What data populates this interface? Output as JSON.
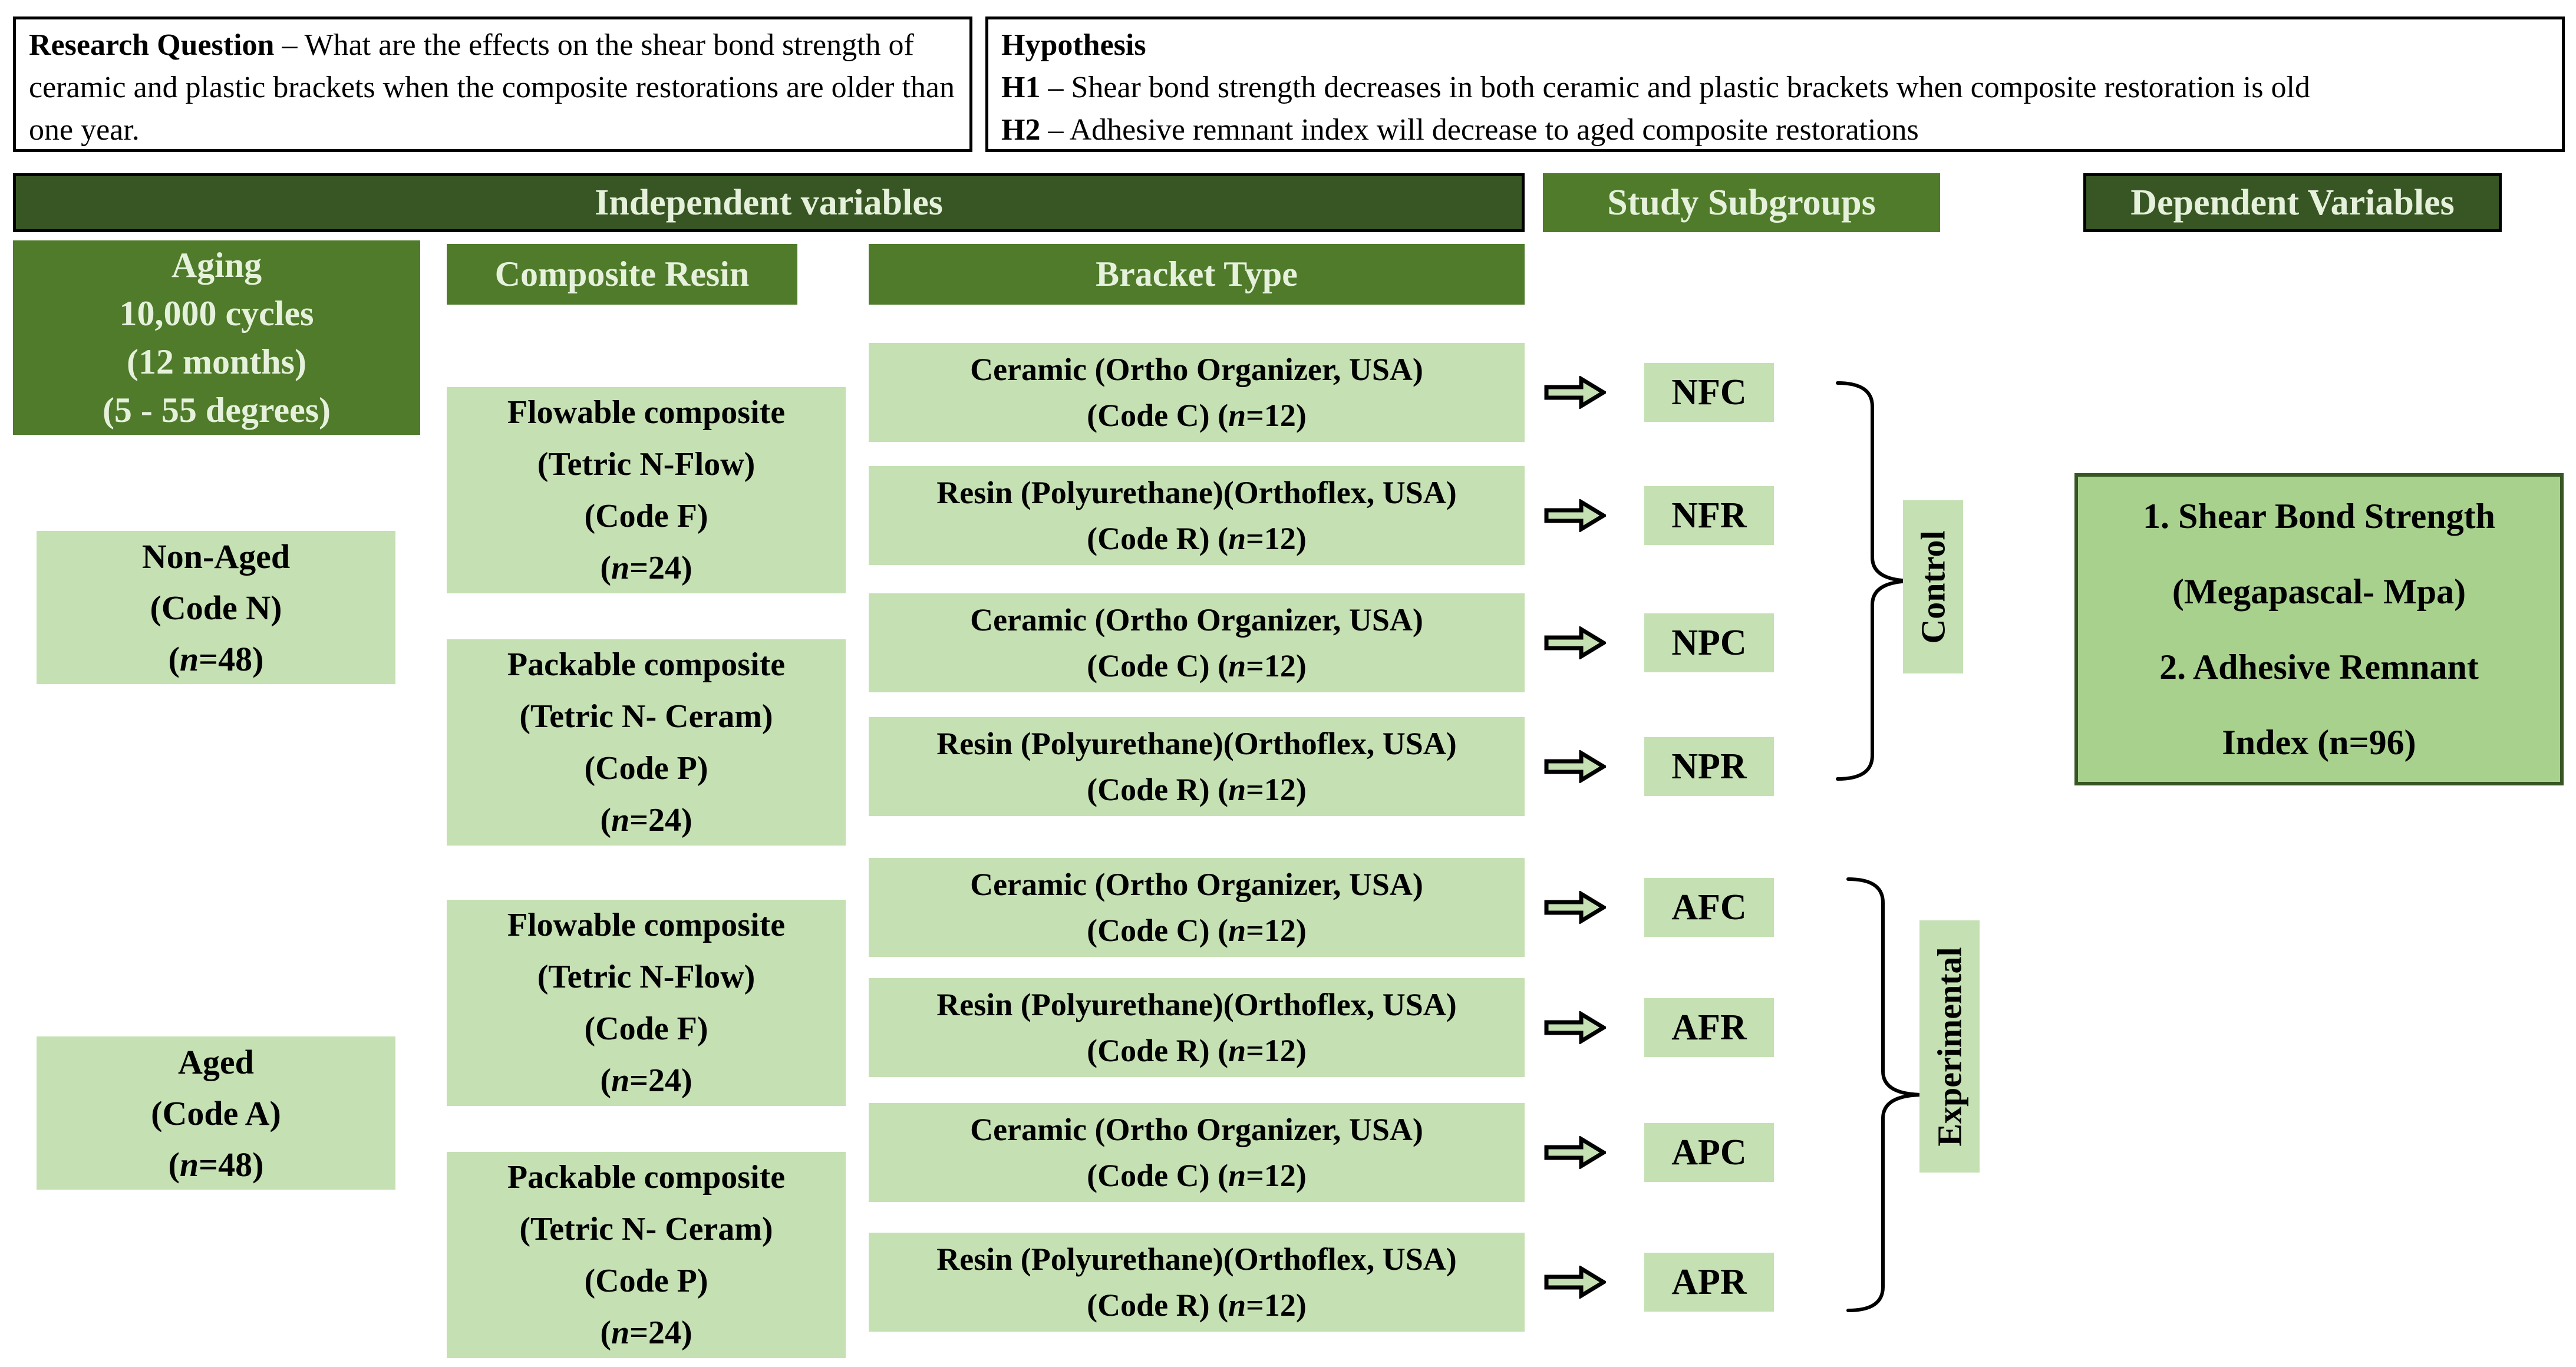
{
  "colors": {
    "dark_green": "#375623",
    "mid_green": "#4F7B2B",
    "light_green": "#C5E0B3",
    "dependent_fill_green": "#A9D18E",
    "header_text": "#E6F1DC",
    "border_black": "#000000",
    "text_black": "#000000"
  },
  "top": {
    "research": {
      "label": "Research Question",
      "sep": " –  ",
      "text": "What are the effects on the shear bond strength of ceramic and plastic brackets when the composite restorations are older than one year."
    },
    "hypothesis": {
      "title": "Hypothesis",
      "h1_label": "H1",
      "h1_sep": " –  ",
      "h1_text": "Shear bond strength decreases in both ceramic and plastic brackets when composite restoration is old",
      "h2_label": "H2",
      "h2_sep": " – ",
      "h2_text": "Adhesive remnant index will decrease to aged composite restorations"
    }
  },
  "headers": {
    "independent": "Independent variables",
    "study_subgroups": "Study Subgroups",
    "dependent": "Dependent Variables",
    "composite_resin": "Composite Resin",
    "bracket_type": "Bracket Type"
  },
  "aging": {
    "line1": "Aging",
    "line2": "10,000 cycles",
    "line3": "(12 months)",
    "line4": "(5 - 55 degrees)"
  },
  "age_groups": [
    {
      "name": "Non-Aged",
      "code": "(Code N)",
      "n_pre": "(",
      "n": "n",
      "n_post": "=48)"
    },
    {
      "name": "Aged",
      "code": "(Code A)",
      "n_pre": "(",
      "n": "n",
      "n_post": "=48)"
    }
  ],
  "composites": [
    {
      "line1": "Flowable composite",
      "line2": "(Tetric N-Flow)",
      "line3": "(Code F)",
      "n_pre": "(",
      "n": "n",
      "n_post": "=24)"
    },
    {
      "line1": "Packable composite",
      "line2": "(Tetric N- Ceram)",
      "line3": "(Code P)",
      "n_pre": "(",
      "n": "n",
      "n_post": "=24)"
    },
    {
      "line1": "Flowable composite",
      "line2": "(Tetric N-Flow)",
      "line3": "(Code F)",
      "n_pre": "(",
      "n": "n",
      "n_post": "=24)"
    },
    {
      "line1": "Packable composite",
      "line2": "(Tetric N- Ceram)",
      "line3": "(Code P)",
      "n_pre": "(",
      "n": "n",
      "n_post": "=24)"
    }
  ],
  "bracket_rows": [
    {
      "line1": "Ceramic (Ortho Organizer, USA)",
      "pre": "(Code C) (",
      "n": "n",
      "post": "=12)",
      "code": "NFC"
    },
    {
      "line1": "Resin (Polyurethane)(Orthoflex, USA)",
      "pre": "(Code R) (",
      "n": "n",
      "post": "=12)",
      "code": "NFR"
    },
    {
      "line1": "Ceramic (Ortho Organizer, USA)",
      "pre": "(Code C) (",
      "n": "n",
      "post": "=12)",
      "code": "NPC"
    },
    {
      "line1": "Resin (Polyurethane)(Orthoflex, USA)",
      "pre": "(Code R) (",
      "n": "n",
      "post": "=12)",
      "code": "NPR"
    },
    {
      "line1": "Ceramic (Ortho Organizer, USA)",
      "pre": "(Code C) (",
      "n": "n",
      "post": "=12)",
      "code": "AFC"
    },
    {
      "line1": "Resin (Polyurethane)(Orthoflex, USA)",
      "pre": "(Code R) (",
      "n": "n",
      "post": "=12)",
      "code": "AFR"
    },
    {
      "line1": "Ceramic (Ortho Organizer, USA)",
      "pre": "(Code C) (",
      "n": "n",
      "post": "=12)",
      "code": "APC"
    },
    {
      "line1": "Resin (Polyurethane)(Orthoflex, USA)",
      "pre": "(Code R) (",
      "n": "n",
      "post": "=12)",
      "code": "APR"
    }
  ],
  "group_labels": {
    "control": "Control",
    "experimental": "Experimental"
  },
  "dependent_box": {
    "line1": "1.  Shear Bond Strength",
    "line2": "(Megapascal- Mpa)",
    "line3": "2.  Adhesive Remnant",
    "line4": "Index (n=96)"
  }
}
